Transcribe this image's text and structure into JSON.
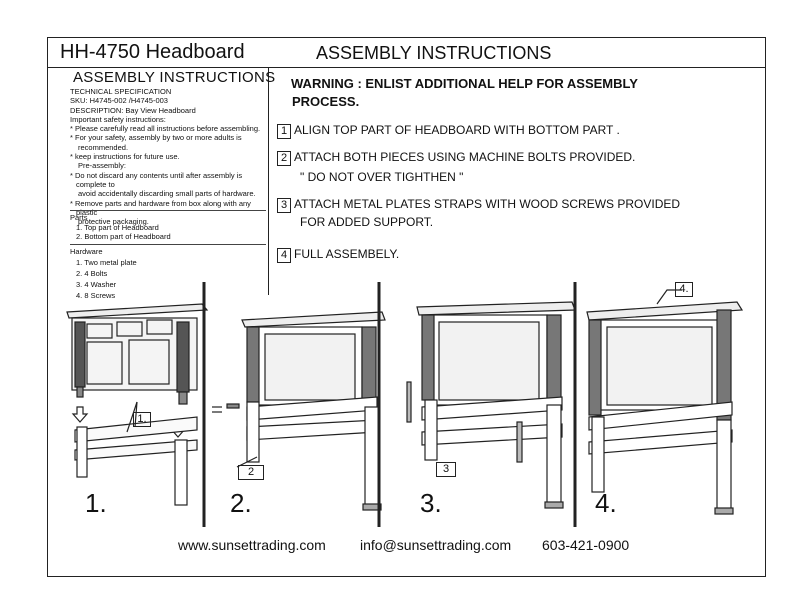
{
  "header": {
    "product_title": "HH-4750 Headboard",
    "assembly_title": "ASSEMBLY INSTRUCTIONS"
  },
  "left": {
    "heading": "ASSEMBLY  INSTRUCTIONS",
    "spec_title": "TECHNICAL SPECIFICATION",
    "sku": "SKU: H4745-002 /H4745-003",
    "description": "DESCRIPTION: Bay View Headboard",
    "safety_title": "Important safety instructions:",
    "safety": [
      "* Please carefully read all instructions before assembling.",
      "* For your safety, assembly by two or more adults is",
      "recommended.",
      "* keep instructions for future use.",
      "Pre-assembly:",
      "* Do not discard any contents until after assembly is complete to",
      "avoid accidentally discarding small parts of hardware.",
      "* Remove parts and hardware from box along with any plastic",
      "protective packaging."
    ],
    "parts_title": "Parts",
    "parts": [
      "1.  Top part of Headboard",
      "2.  Bottom part of Headboard"
    ],
    "hardware_title": "Hardware",
    "hardware": [
      "1. Two metal plate",
      "2. 4 Bolts",
      "3. 4 Washer",
      "4. 8 Screws"
    ]
  },
  "warning": [
    "WARNING : ENLIST ADDITIONAL HELP FOR  ASSEMBLY",
    "PROCESS."
  ],
  "steps": [
    {
      "num": "1",
      "text": "ALIGN TOP PART OF HEADBOARD WITH BOTTOM PART .",
      "cont": ""
    },
    {
      "num": "2",
      "text": "ATTACH BOTH PIECES USING MACHINE BOLTS PROVIDED.",
      "cont": "\" DO NOT OVER TIGHTHEN \""
    },
    {
      "num": "3",
      "text": "ATTACH METAL PLATES STRAPS WITH WOOD SCREWS PROVIDED",
      "cont": "FOR ADDED SUPPORT."
    },
    {
      "num": "4",
      "text": "FULL ASSEMBELY.",
      "cont": ""
    }
  ],
  "figures": {
    "callouts": [
      "1.",
      "2",
      "3",
      "4."
    ],
    "numbers": [
      "1.",
      "2.",
      "3.",
      "4."
    ]
  },
  "footer": {
    "website": "www.sunsettrading.com",
    "email": "info@sunsettrading.com",
    "phone": "603-421-0900"
  }
}
